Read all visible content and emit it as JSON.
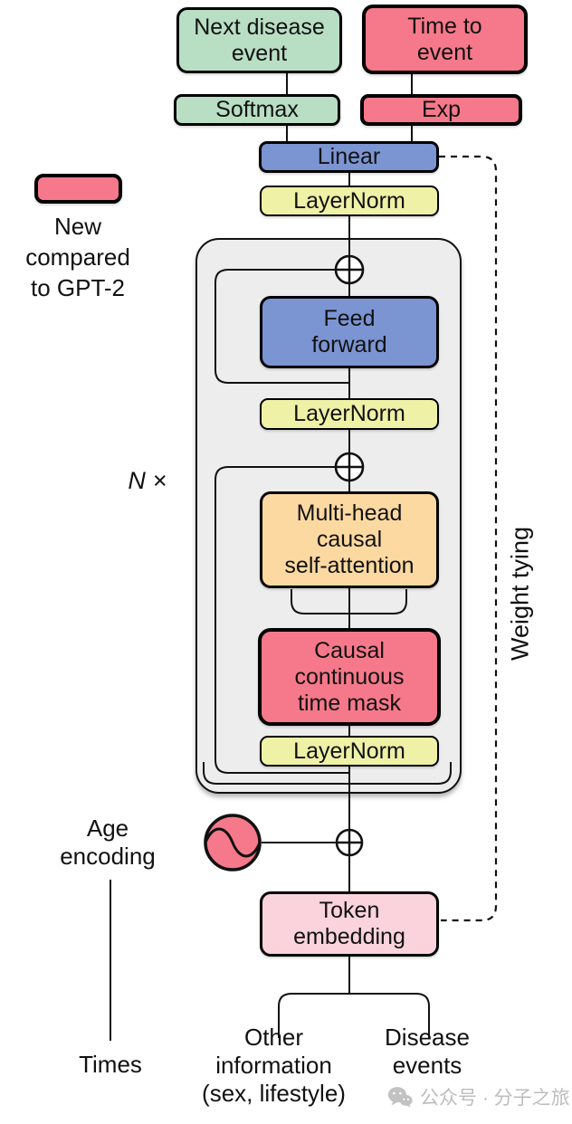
{
  "palette": {
    "new_highlight": "#F5798A",
    "green": "#B8DEC3",
    "blue": "#7B94D2",
    "yellow": "#EEF1A6",
    "orange": "#FCD9A1",
    "pink": "#FAD3DD",
    "block_background": "#EDEDED",
    "line": "#111111",
    "watermark_gray": "#BDBDBD"
  },
  "boxes": {
    "next_disease_event": {
      "lines": [
        "Next disease",
        "event"
      ]
    },
    "time_to_event": {
      "lines": [
        "Time to",
        "event"
      ]
    },
    "softmax": {
      "label": "Softmax"
    },
    "exp": {
      "label": "Exp"
    },
    "linear": {
      "label": "Linear"
    },
    "layernorm": {
      "label": "LayerNorm"
    },
    "feed_forward": {
      "lines": [
        "Feed",
        "forward"
      ]
    },
    "attention": {
      "lines": [
        "Multi-head",
        "causal",
        "self-attention"
      ]
    },
    "time_mask": {
      "lines": [
        "Causal",
        "continuous",
        "time mask"
      ]
    },
    "token_embedding": {
      "lines": [
        "Token",
        "embedding"
      ]
    }
  },
  "legend": {
    "lines": [
      "New",
      "compared",
      "to GPT-2"
    ]
  },
  "annotations": {
    "n_multiplier": {
      "n": "N",
      "symbol": "×"
    },
    "weight_tying": "Weight tying",
    "age_encoding": {
      "lines": [
        "Age",
        "encoding"
      ]
    },
    "times": "Times",
    "other_information": {
      "lines": [
        "Other",
        "information",
        "(sex, lifestyle)"
      ]
    },
    "disease_events": {
      "lines": [
        "Disease",
        "events"
      ]
    }
  },
  "watermark": {
    "text": "公众号 · 分子之旅"
  }
}
